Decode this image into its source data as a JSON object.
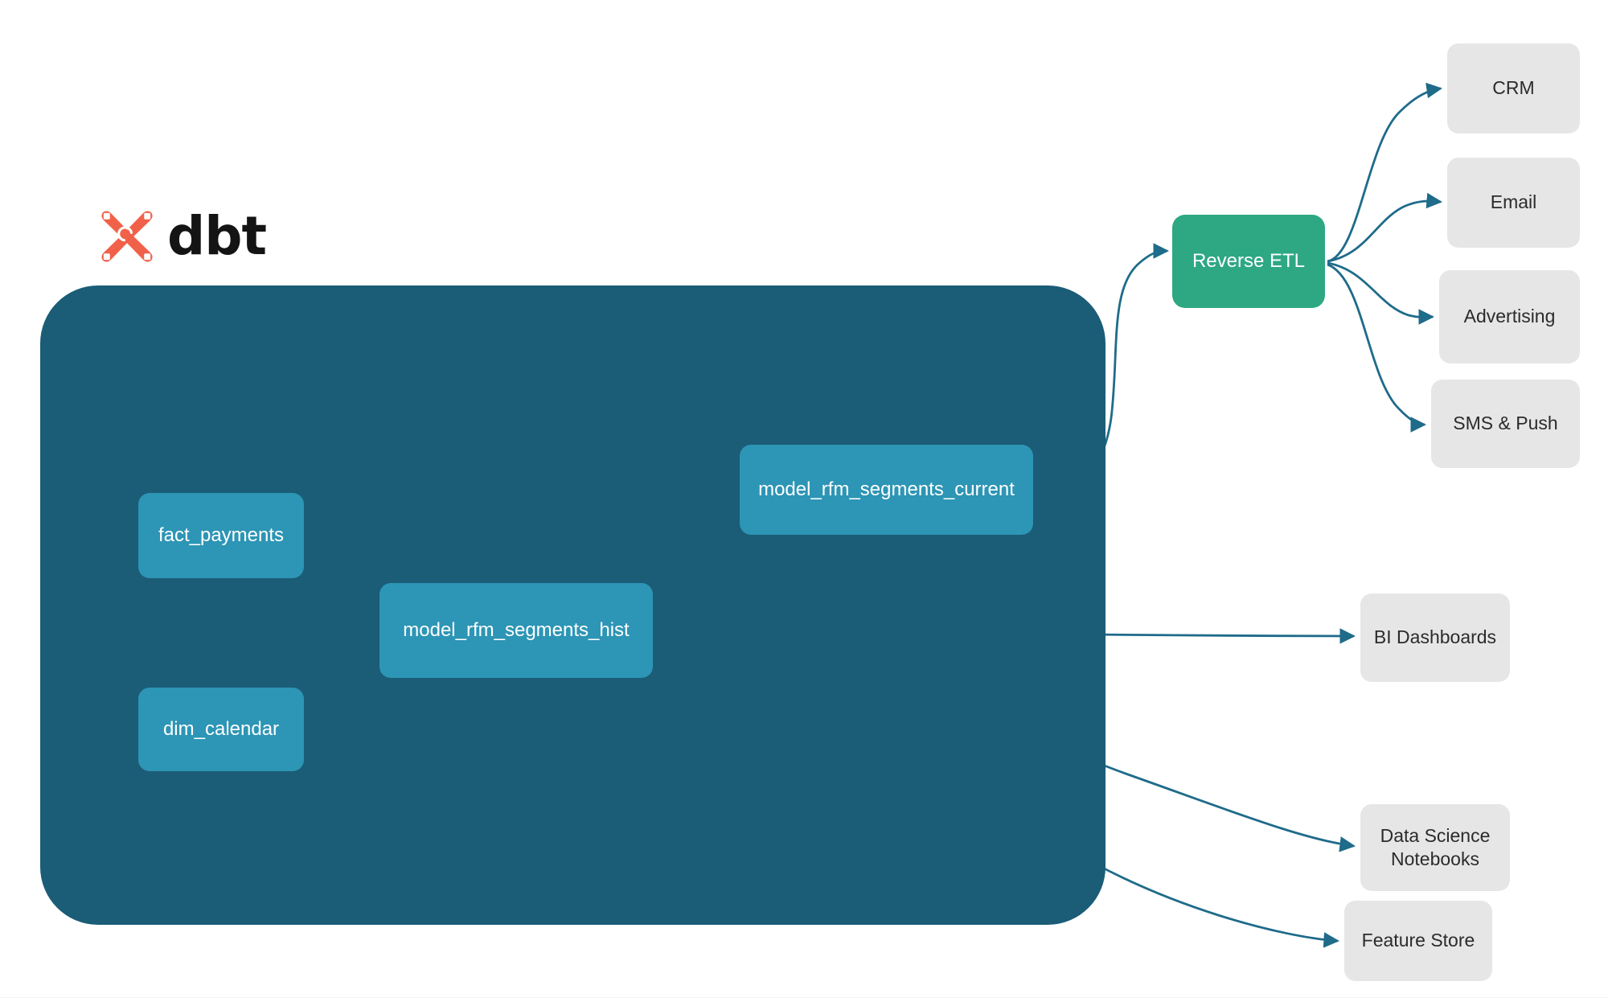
{
  "brand": {
    "logo_icon": "dbt-logo-icon",
    "wordmark": "dbt",
    "logo_color": "#f1614a",
    "wordmark_color": "#141414"
  },
  "colors": {
    "background": "#ffffff",
    "project_container": "#1b5c77",
    "model_node": "#2d95b5",
    "reverse_etl_node": "#2da883",
    "consumer_node": "#e6e6e6",
    "edge_outer": "#1f6b8a",
    "edge_inner": "#2b86a5",
    "model_label": "#ffffff",
    "consumer_label": "#2b2b2b"
  },
  "project": {
    "models": [
      {
        "id": "fact_payments",
        "label": "fact_payments"
      },
      {
        "id": "dim_calendar",
        "label": "dim_calendar"
      },
      {
        "id": "model_rfm_segments_hist",
        "label": "model_rfm_segments_hist"
      },
      {
        "id": "model_rfm_segments_current",
        "label": "model_rfm_segments_current"
      }
    ]
  },
  "activation": {
    "reverse_etl": {
      "id": "reverse_etl",
      "label": "Reverse ETL"
    },
    "destinations": [
      {
        "id": "crm",
        "label": "CRM"
      },
      {
        "id": "email",
        "label": "Email"
      },
      {
        "id": "advertising",
        "label": "Advertising"
      },
      {
        "id": "sms_push",
        "label": "SMS & Push"
      }
    ]
  },
  "consumers": [
    {
      "id": "bi_dashboards",
      "label": "BI Dashboards"
    },
    {
      "id": "ds_notebooks",
      "label": "Data Science\nNotebooks"
    },
    {
      "id": "feature_store",
      "label": "Feature Store"
    }
  ],
  "edges": [
    {
      "from": "fact_payments",
      "to": "model_rfm_segments_hist"
    },
    {
      "from": "dim_calendar",
      "to": "model_rfm_segments_hist"
    },
    {
      "from": "model_rfm_segments_hist",
      "to": "model_rfm_segments_current"
    },
    {
      "from": "model_rfm_segments_current",
      "to": "reverse_etl"
    },
    {
      "from": "reverse_etl",
      "to": "crm"
    },
    {
      "from": "reverse_etl",
      "to": "email"
    },
    {
      "from": "reverse_etl",
      "to": "advertising"
    },
    {
      "from": "reverse_etl",
      "to": "sms_push"
    },
    {
      "from": "model_rfm_segments_hist",
      "to": "bi_dashboards"
    },
    {
      "from": "model_rfm_segments_hist",
      "to": "ds_notebooks"
    },
    {
      "from": "model_rfm_segments_hist",
      "to": "feature_store"
    }
  ]
}
